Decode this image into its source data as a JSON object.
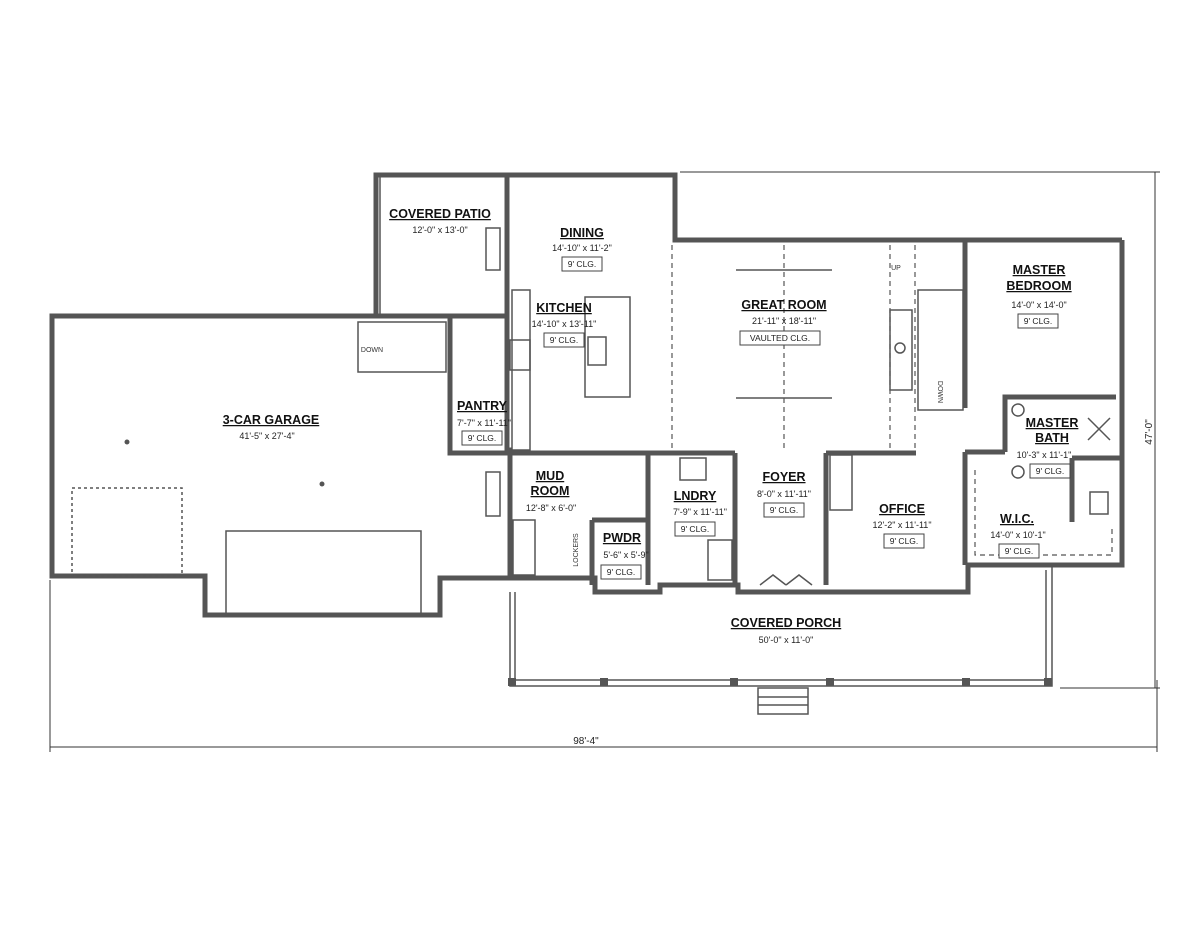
{
  "rooms": {
    "covered_patio": {
      "name": "COVERED PATIO",
      "size": "12'-0\" x 13'-0\""
    },
    "dining": {
      "name": "DINING",
      "size": "14'-10\" x 11'-2\"",
      "ceiling": "9' CLG."
    },
    "kitchen": {
      "name": "KITCHEN",
      "size": "14'-10\" x 13'-11\"",
      "ceiling": "9' CLG."
    },
    "great_room": {
      "name": "GREAT ROOM",
      "size": "21'-11\" x 18'-11\"",
      "ceiling": "VAULTED CLG."
    },
    "master_bedroom": {
      "name_line1": "MASTER",
      "name_line2": "BEDROOM",
      "size": "14'-0\" x 14'-0\"",
      "ceiling": "9' CLG."
    },
    "garage": {
      "name": "3-CAR GARAGE",
      "size": "41'-5\" x 27'-4\""
    },
    "pantry": {
      "name": "PANTRY",
      "size": "7'-7\" x 11'-11\"",
      "ceiling": "9' CLG."
    },
    "master_bath": {
      "name_line1": "MASTER",
      "name_line2": "BATH",
      "size": "10'-3\" x 11'-1\"",
      "ceiling": "9' CLG."
    },
    "mud_room": {
      "name_line1": "MUD",
      "name_line2": "ROOM",
      "size": "12'-8\" x 6'-0\""
    },
    "laundry": {
      "name": "LNDRY",
      "size": "7'-9\" x 11'-11\"",
      "ceiling": "9' CLG."
    },
    "foyer": {
      "name": "FOYER",
      "size": "8'-0\" x 11'-11\"",
      "ceiling": "9' CLG."
    },
    "office": {
      "name": "OFFICE",
      "size": "12'-2\" x 11'-11\"",
      "ceiling": "9' CLG."
    },
    "powder": {
      "name": "PWDR",
      "size": "5'-6\" x 5'-9\"",
      "ceiling": "9' CLG."
    },
    "wic": {
      "name": "W.I.C.",
      "size": "14'-0\" x 10'-1\"",
      "ceiling": "9' CLG."
    },
    "covered_porch": {
      "name": "COVERED PORCH",
      "size": "50'-0\" x 11'-0\""
    }
  },
  "notes": {
    "stair_down_garage": "DOWN",
    "stair_up": "UP",
    "stair_down_main": "DOWN",
    "lockers": "LOCKERS"
  },
  "dimensions": {
    "overall_width": "98'-4\"",
    "overall_depth": "47'-0\""
  }
}
